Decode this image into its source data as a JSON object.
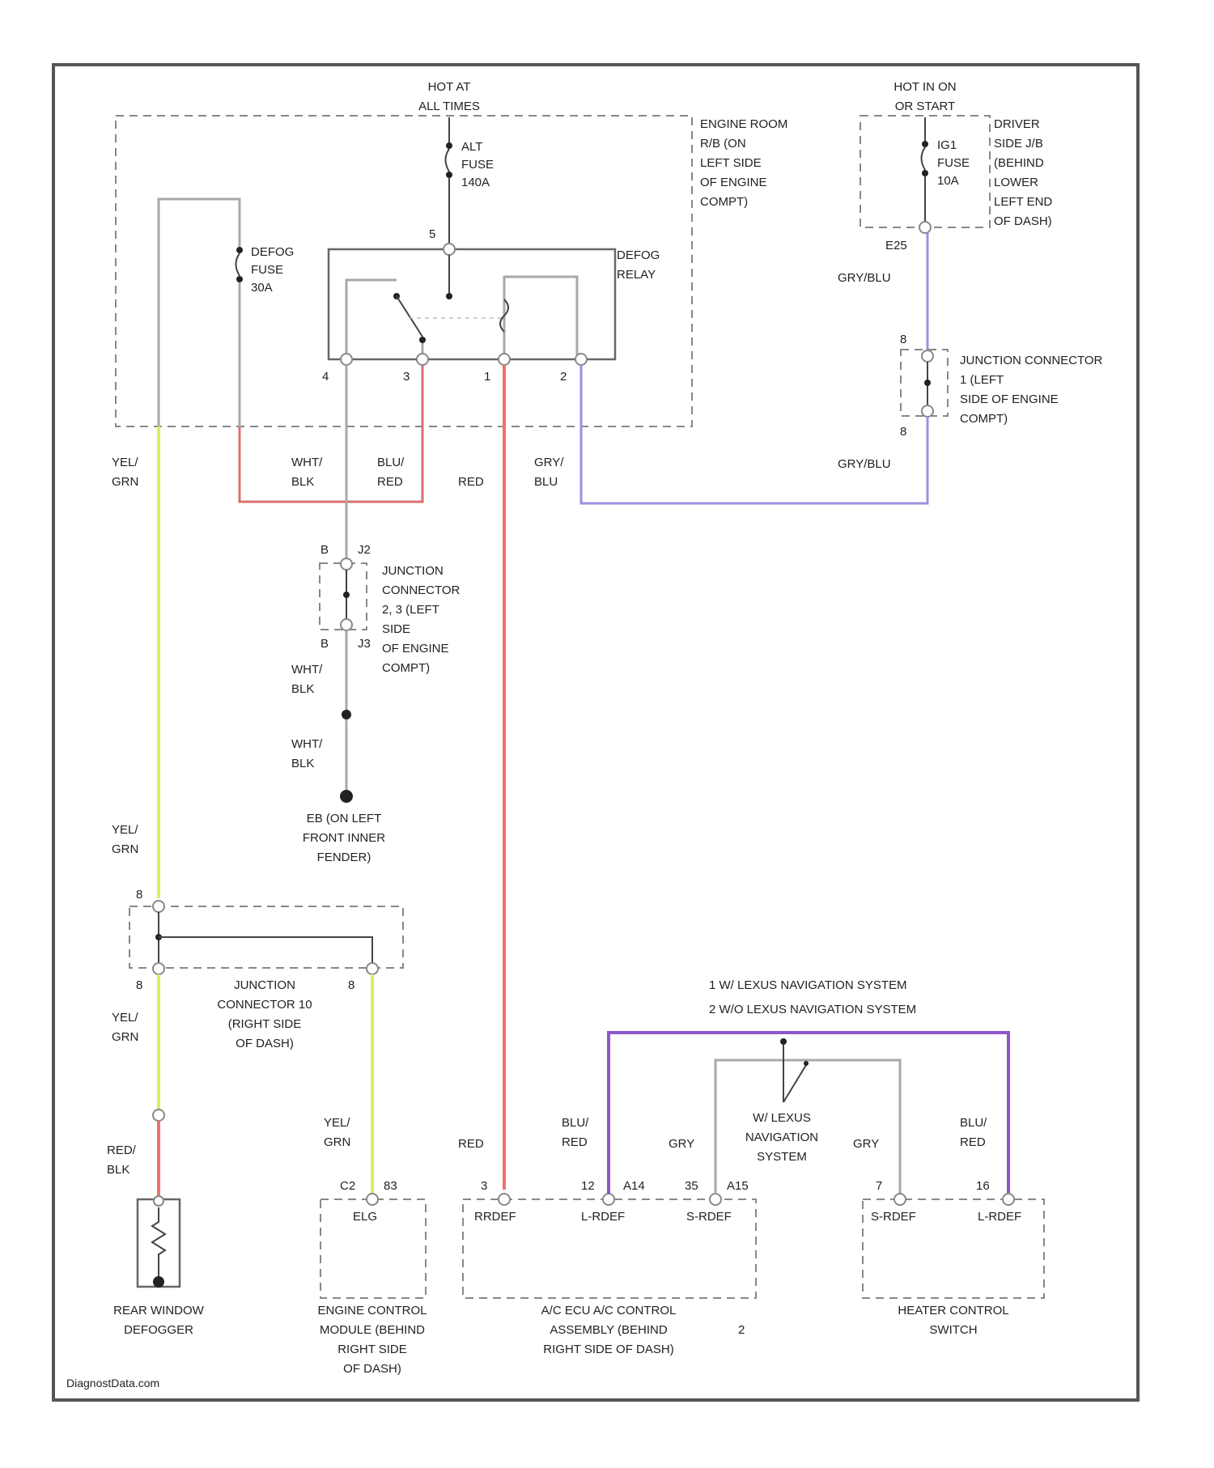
{
  "labels": {
    "hot_at_all_times": [
      "HOT AT",
      "ALL TIMES"
    ],
    "alt_fuse": [
      "ALT",
      "FUSE",
      "140A"
    ],
    "engine_room_rb": [
      "ENGINE ROOM",
      "R/B (ON",
      "LEFT SIDE",
      "OF ENGINE",
      "COMPT)"
    ],
    "hot_in_on": [
      "HOT IN ON",
      "OR START"
    ],
    "ig1_fuse": [
      "IG1",
      "FUSE",
      "10A"
    ],
    "driver_side_jb": [
      "DRIVER",
      "SIDE J/B",
      "(BEHIND",
      "LOWER",
      "LEFT END",
      "OF DASH)"
    ],
    "e25": "E25",
    "defog_fuse": [
      "DEFOG",
      "FUSE",
      "30A"
    ],
    "defog_relay": [
      "DEFOG",
      "RELAY"
    ],
    "relay_pin_5": "5",
    "relay_pin_4": "4",
    "relay_pin_3": "3",
    "relay_pin_1": "1",
    "relay_pin_2": "2",
    "gry_blu_1": "GRY/BLU",
    "gry_blu_2": "GRY/BLU",
    "jc1_pin_top": "8",
    "jc1_pin_bot": "8",
    "junction_connector_1": [
      "JUNCTION CONNECTOR",
      "1 (LEFT",
      "SIDE OF ENGINE",
      "COMPT)"
    ],
    "yel_grn_1": [
      "YEL/",
      "GRN"
    ],
    "wht_blk_1": [
      "WHT/",
      "BLK"
    ],
    "blu_red_1": [
      "BLU/",
      "RED"
    ],
    "red_1": "RED",
    "gry_blu_3": [
      "GRY/",
      "BLU"
    ],
    "jc2_pin_b1": "B",
    "jc2_pin_j2": "J2",
    "jc2_pin_b2": "B",
    "jc2_pin_j3": "J3",
    "junction_connector_2_3": [
      "JUNCTION",
      "CONNECTOR",
      "2, 3 (LEFT",
      "SIDE",
      "OF ENGINE",
      "COMPT)"
    ],
    "wht_blk_2": [
      "WHT/",
      "BLK"
    ],
    "wht_blk_3": [
      "WHT/",
      "BLK"
    ],
    "ground_eb": [
      "EB (ON LEFT",
      "FRONT INNER",
      "FENDER)"
    ],
    "yel_grn_2": [
      "YEL/",
      "GRN"
    ],
    "jc10_pin_top": "8",
    "jc10_pin_bot_left": "8",
    "jc10_pin_bot_right": "8",
    "junction_connector_10": [
      "JUNCTION",
      "CONNECTOR 10",
      "(RIGHT SIDE",
      "OF DASH)"
    ],
    "yel_grn_3": [
      "YEL/",
      "GRN"
    ],
    "red_blk": [
      "RED/",
      "BLK"
    ],
    "rear_defogger": [
      "REAR WINDOW",
      "DEFOGGER"
    ],
    "yel_grn_4": [
      "YEL/",
      "GRN"
    ],
    "ecm_pin_c2": "C2",
    "ecm_pin_83": "83",
    "ecm_elg": "ELG",
    "ecm_label": [
      "ENGINE CONTROL",
      "MODULE (BEHIND",
      "RIGHT SIDE",
      "OF DASH)"
    ],
    "red_2": "RED",
    "ac_pin_3": "3",
    "ac_pin_12": "12",
    "ac_pin_a14": "A14",
    "ac_pin_35": "35",
    "ac_pin_a15": "A15",
    "ac_rdef": "RRDEF",
    "ac_lrdef": "L-RDEF",
    "ac_srdef": "S-RDEF",
    "ac_label": [
      "A/C ECU A/C CONTROL",
      "ASSEMBLY (BEHIND",
      "RIGHT SIDE OF DASH)"
    ],
    "ac_note_2": "2",
    "nav_note_1": "1   W/ LEXUS NAVIGATION SYSTEM",
    "nav_note_2": "2   W/O LEXUS NAVIGATION SYSTEM",
    "blu_red_2": [
      "BLU/",
      "RED"
    ],
    "gry_1": "GRY",
    "wlexus_nav": [
      "W/ LEXUS",
      "NAVIGATION",
      "SYSTEM"
    ],
    "gry_2": "GRY",
    "blu_red_3": [
      "BLU/",
      "RED"
    ],
    "hc_pin_7": "7",
    "hc_pin_16": "16",
    "hc_srdef": "S-RDEF",
    "hc_lrdef": "L-RDEF",
    "heater_switch": [
      "HEATER CONTROL",
      "SWITCH"
    ],
    "watermark": "DiagnostData.com"
  }
}
